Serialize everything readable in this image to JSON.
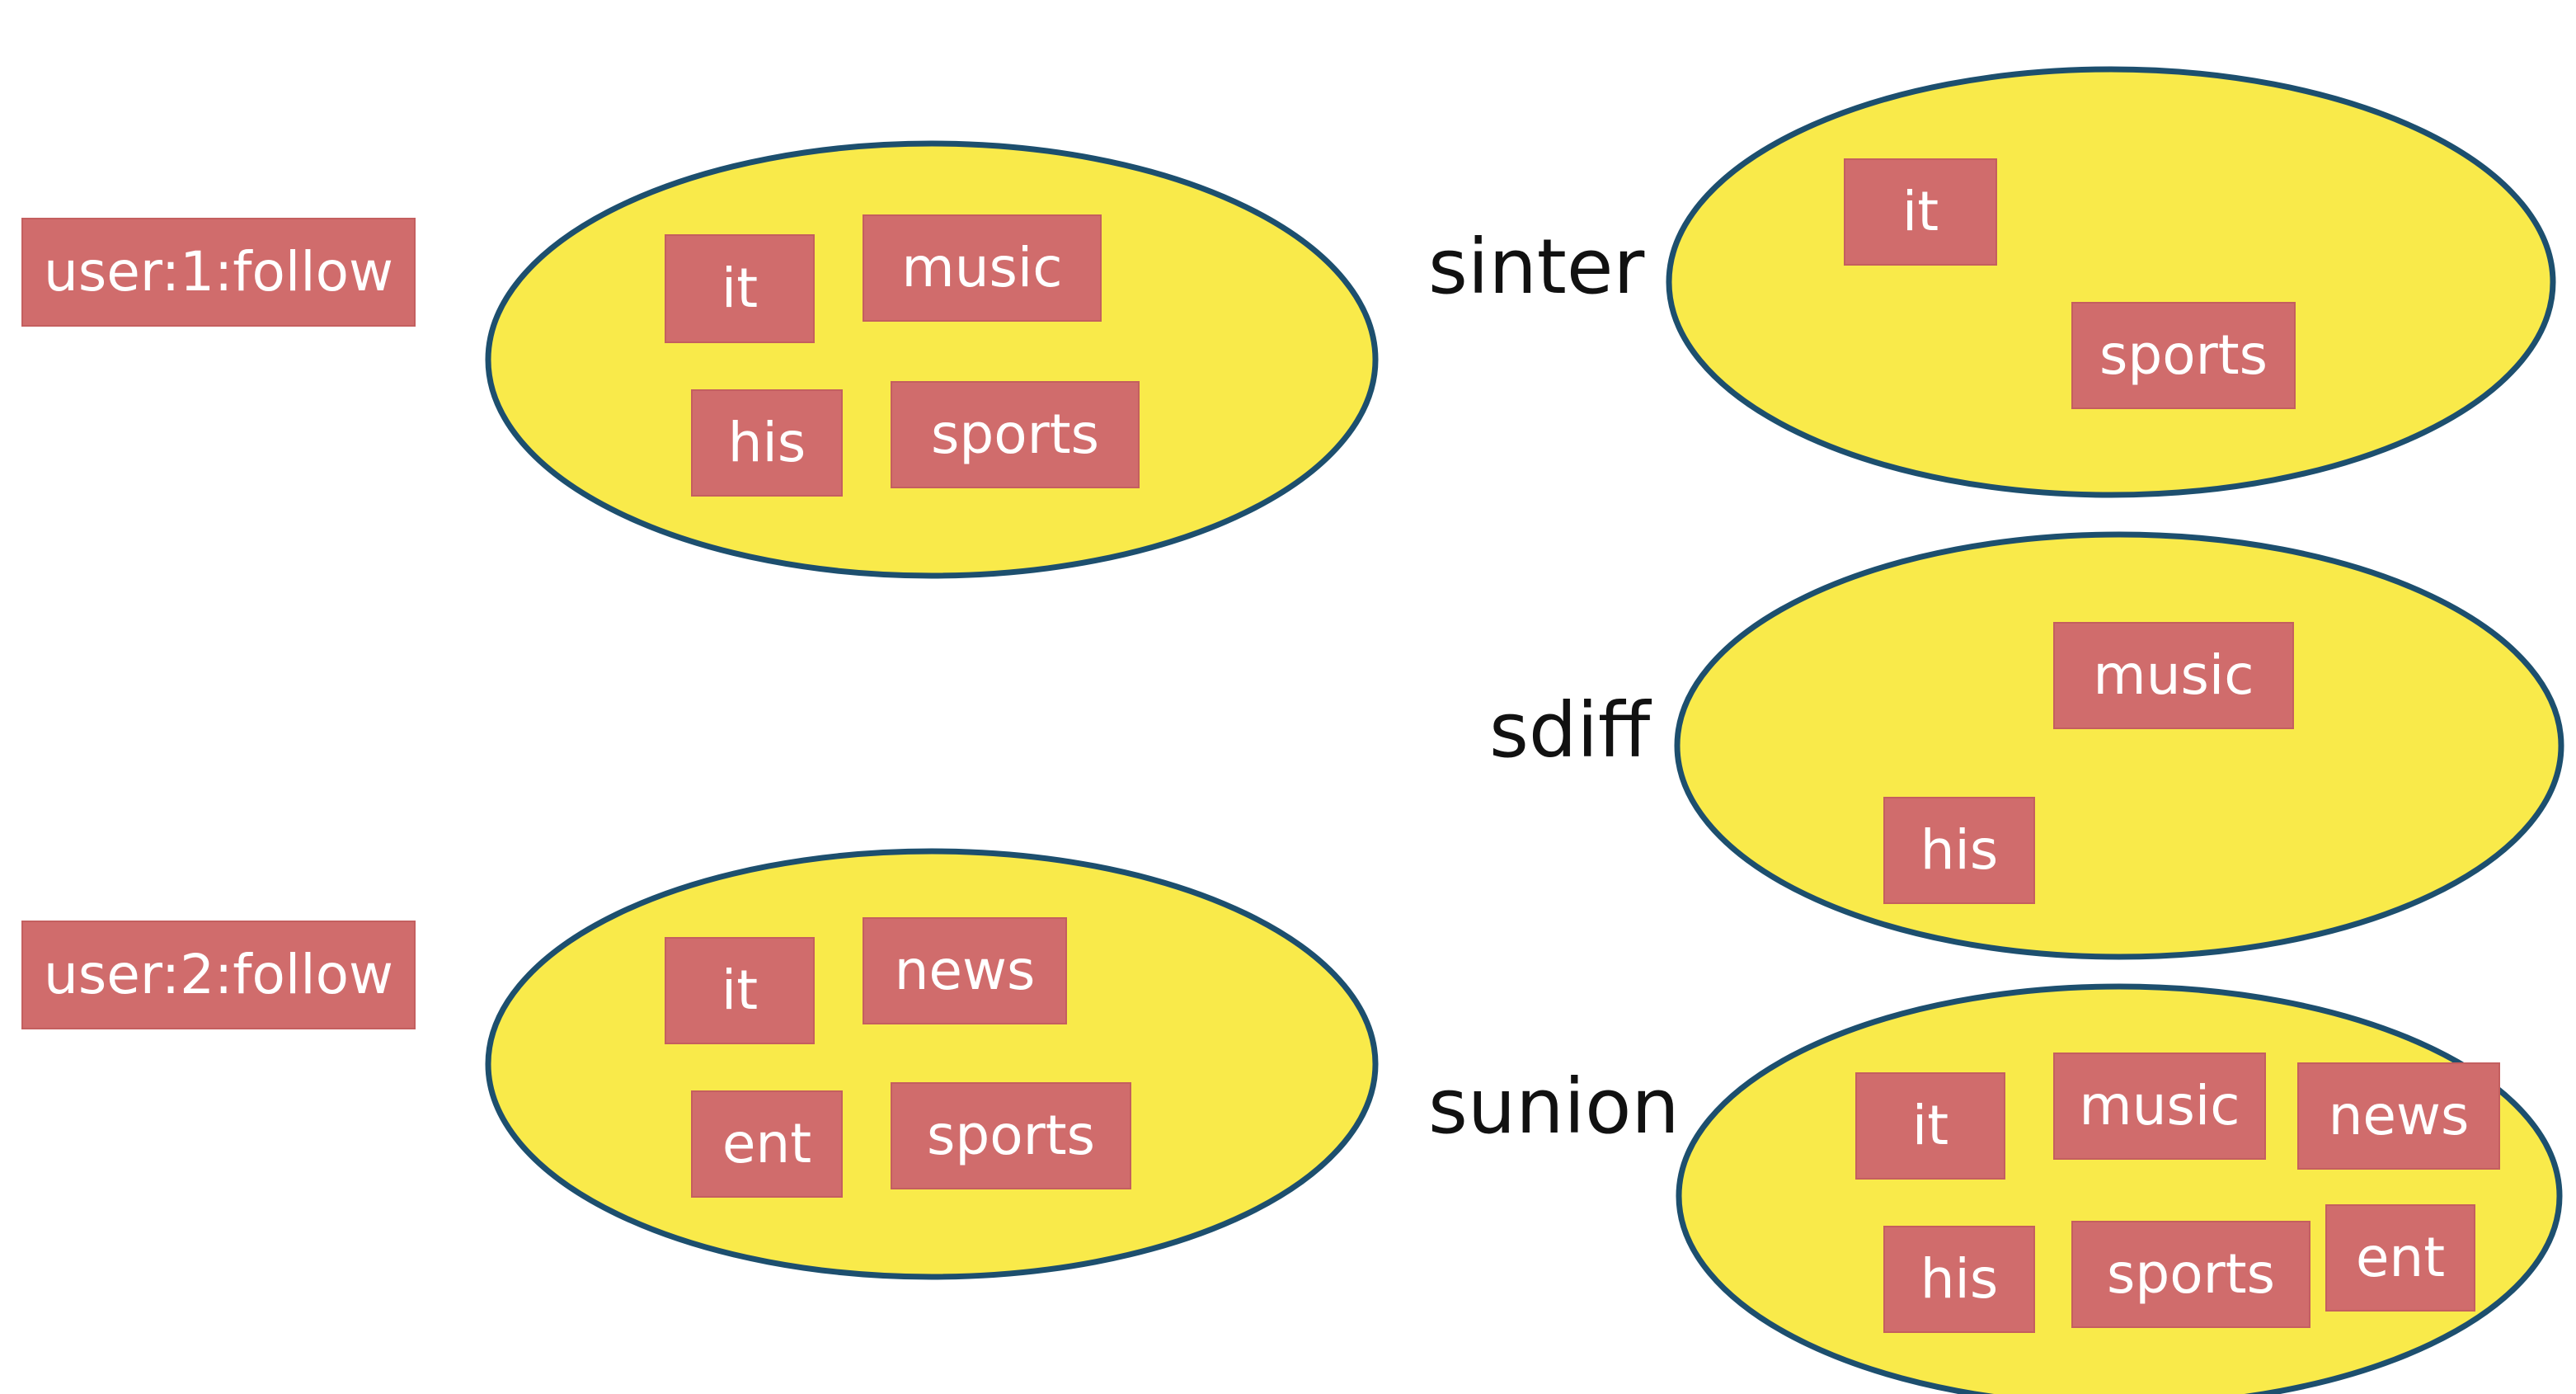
{
  "colors": {
    "set_fill": "#f9ea4a",
    "set_stroke": "#1d4f6e",
    "tag_fill": "#d06c6c",
    "tag_text": "#ffffff",
    "op_text": "#111111"
  },
  "keys": {
    "user1": "user:1:follow",
    "user2": "user:2:follow"
  },
  "sets": {
    "user1": [
      "it",
      "music",
      "his",
      "sports"
    ],
    "user2": [
      "it",
      "news",
      "ent",
      "sports"
    ]
  },
  "operations": {
    "sinter": {
      "label": "sinter",
      "result": [
        "it",
        "sports"
      ]
    },
    "sdiff": {
      "label": "sdiff",
      "result": [
        "music",
        "his"
      ]
    },
    "sunion": {
      "label": "sunion",
      "result": [
        "it",
        "music",
        "news",
        "his",
        "sports",
        "ent"
      ]
    }
  }
}
